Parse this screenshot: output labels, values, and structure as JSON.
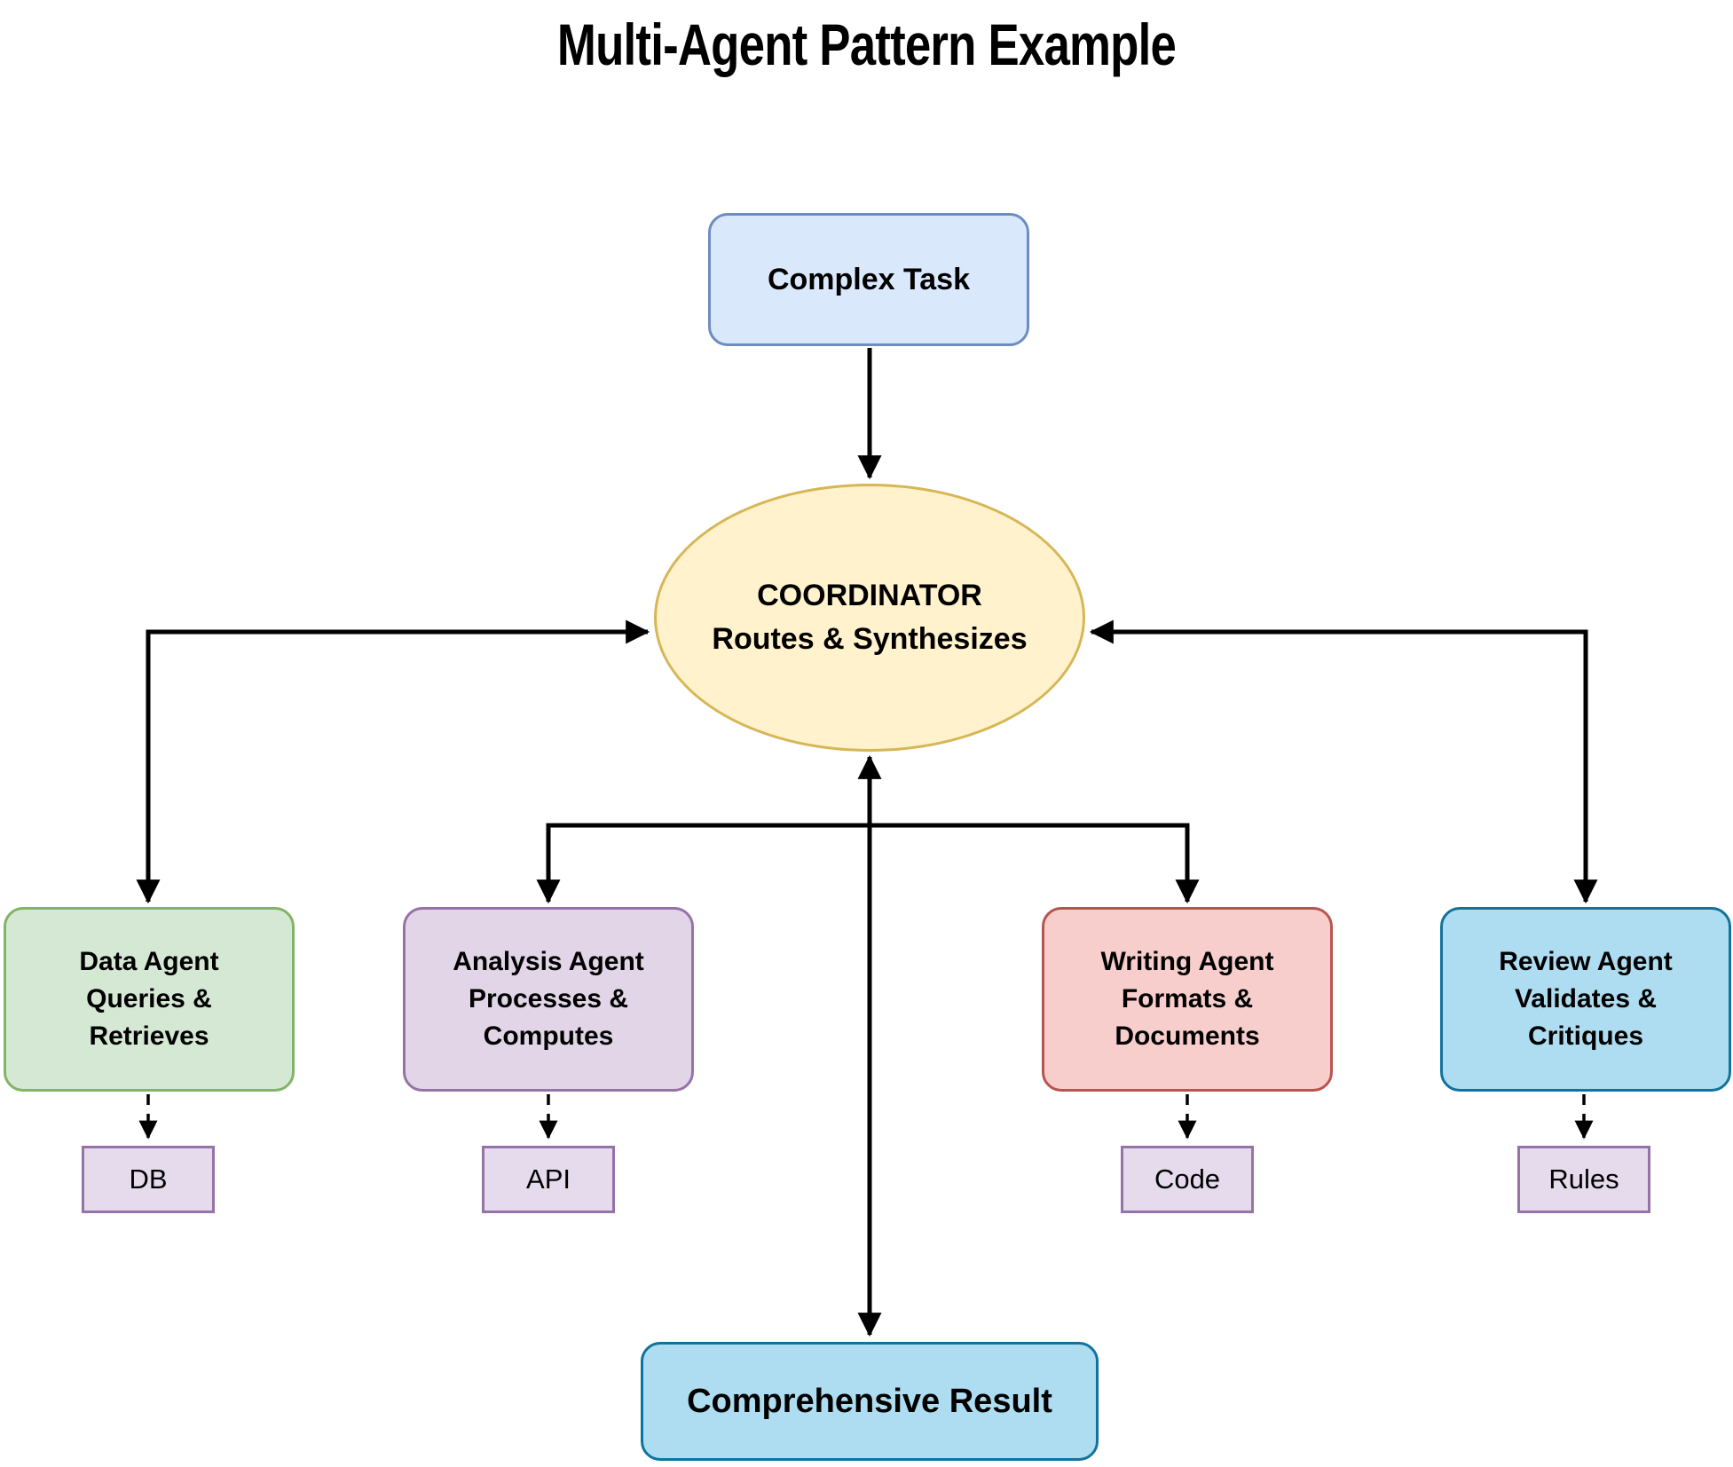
{
  "title": "Multi-Agent Pattern Example",
  "diagram": {
    "task": {
      "label": "Complex Task",
      "fill": "#dae8fc",
      "stroke": "#6c8ebf"
    },
    "coordinator": {
      "line1": "COORDINATOR",
      "line2": "Routes & Synthesizes",
      "fill": "#fff2cc",
      "stroke": "#d6b656"
    },
    "agents": [
      {
        "id": "data-agent",
        "line1": "Data Agent",
        "line2": "Queries &",
        "line3": "Retrieves",
        "fill": "#d5e8d4",
        "stroke": "#82b366"
      },
      {
        "id": "analysis-agent",
        "line1": "Analysis Agent",
        "line2": "Processes &",
        "line3": "Computes",
        "fill": "#e1d5e7",
        "stroke": "#9673a6"
      },
      {
        "id": "writing-agent",
        "line1": "Writing Agent",
        "line2": "Formats &",
        "line3": "Documents",
        "fill": "#f8cecc",
        "stroke": "#b85450"
      },
      {
        "id": "review-agent",
        "line1": "Review Agent",
        "line2": "Validates &",
        "line3": "Critiques",
        "fill": "#aedcf0",
        "stroke": "#10739e"
      }
    ],
    "tools": [
      {
        "id": "db",
        "label": "DB",
        "fill": "#e5dbec",
        "stroke": "#9673a6"
      },
      {
        "id": "api",
        "label": "API",
        "fill": "#e5dbec",
        "stroke": "#9673a6"
      },
      {
        "id": "code",
        "label": "Code",
        "fill": "#e5dbec",
        "stroke": "#9673a6"
      },
      {
        "id": "rules",
        "label": "Rules",
        "fill": "#e5dbec",
        "stroke": "#9673a6"
      }
    ],
    "result": {
      "label": "Comprehensive Result",
      "fill": "#aedcf0",
      "stroke": "#10739e"
    },
    "edges": [
      {
        "id": "task-to-coordinator",
        "from": "complex-task",
        "to": "coordinator",
        "style": "solid",
        "arrows": "to"
      },
      {
        "id": "coordinator-data-agent-link",
        "from": "coordinator",
        "to": "data-agent",
        "style": "solid",
        "arrows": "both"
      },
      {
        "id": "coordinator-review-agent-link",
        "from": "coordinator",
        "to": "review-agent",
        "style": "solid",
        "arrows": "both"
      },
      {
        "id": "branch-to-analysis-writing-agents",
        "from": "center-stem",
        "to": "analysis-agent & writing-agent",
        "style": "solid",
        "arrows": "to-both-ends"
      },
      {
        "id": "stem-to-coordinator-and-result",
        "from": "agents",
        "to": "coordinator & comprehensive-result",
        "style": "solid",
        "arrows": "both"
      },
      {
        "id": "data-agent-to-db",
        "from": "data-agent",
        "to": "db",
        "style": "dashed",
        "arrows": "to"
      },
      {
        "id": "analysis-agent-to-api",
        "from": "analysis-agent",
        "to": "api",
        "style": "dashed",
        "arrows": "to"
      },
      {
        "id": "writing-agent-to-code",
        "from": "writing-agent",
        "to": "code",
        "style": "dashed",
        "arrows": "to"
      },
      {
        "id": "review-agent-to-rules",
        "from": "review-agent",
        "to": "rules",
        "style": "dashed",
        "arrows": "to"
      }
    ],
    "edge_color": "#000000",
    "background": "#ffffff"
  }
}
